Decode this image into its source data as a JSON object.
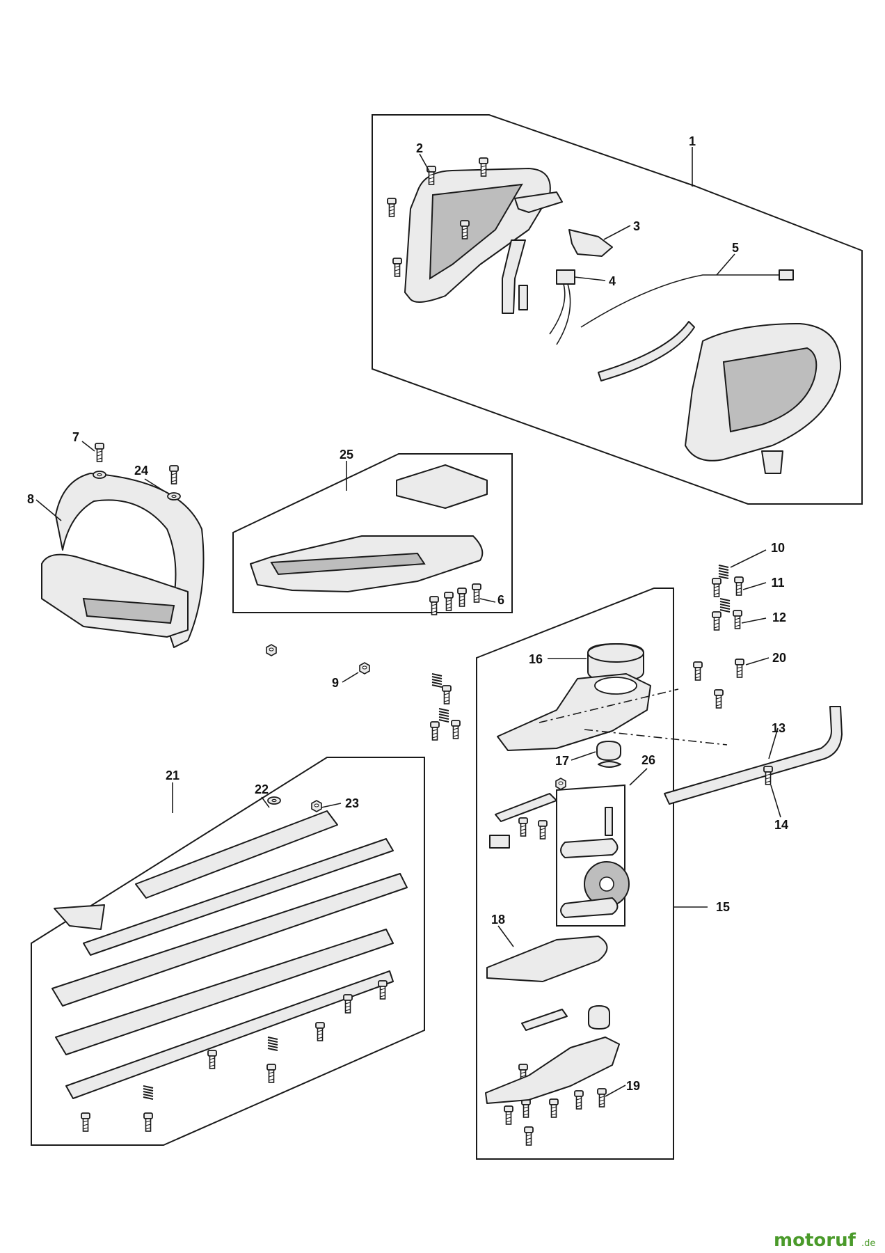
{
  "diagram": {
    "callouts": [
      "1",
      "2",
      "3",
      "4",
      "5",
      "6",
      "7",
      "8",
      "9",
      "10",
      "11",
      "12",
      "13",
      "14",
      "15",
      "16",
      "17",
      "18",
      "19",
      "20",
      "21",
      "22",
      "23",
      "24",
      "25",
      "26"
    ]
  },
  "watermark": {
    "brand": "motoruf",
    "tld": ".de",
    "color": "#4a9a2a"
  }
}
